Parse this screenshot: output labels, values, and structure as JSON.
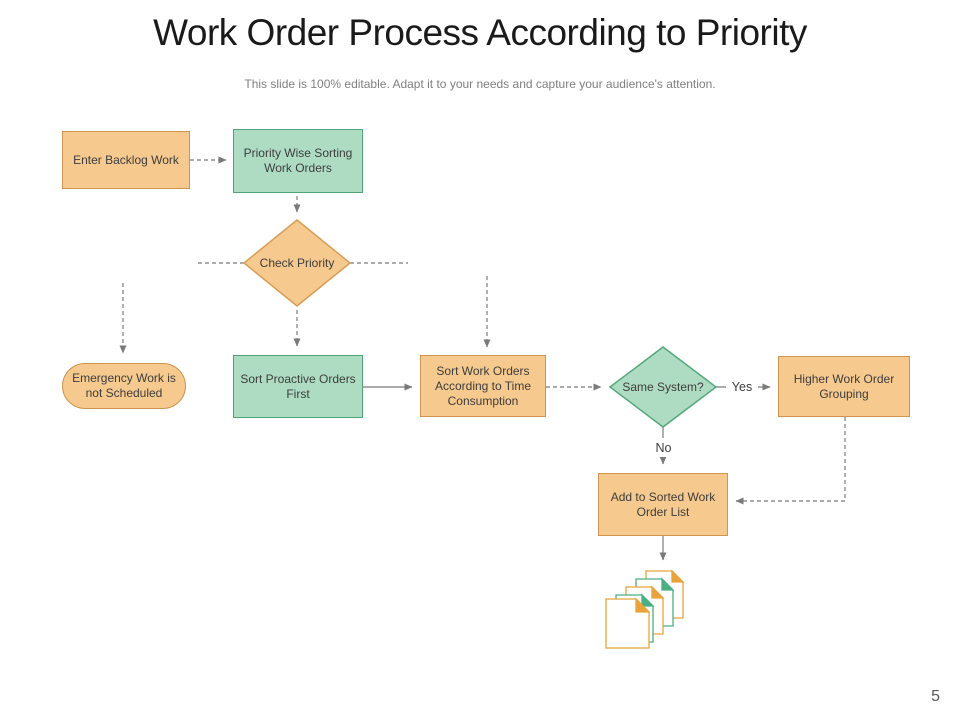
{
  "header": {
    "title": "Work Order Process According to Priority",
    "subtitle": "This slide is 100% editable. Adapt it to your needs and capture your audience's attention."
  },
  "page_number": "5",
  "colors": {
    "orange_fill": "#f6c98e",
    "orange_border": "#cd9550",
    "green_fill": "#aedcc2",
    "green_border": "#4fa478",
    "connector_gray": "#8a8a8a",
    "doc_orange": "#e8a33b",
    "doc_green": "#4caf82",
    "shape_text": "#3d3d3d"
  },
  "flowchart": {
    "nodes": [
      {
        "id": "enter-backlog",
        "shape": "rect",
        "color": "orange",
        "label": "Enter Backlog Work"
      },
      {
        "id": "priority-sorting",
        "shape": "rect",
        "color": "green",
        "label": "Priority Wise Sorting Work Orders"
      },
      {
        "id": "check-priority",
        "shape": "diamond",
        "color": "orange",
        "label": "Check Priority"
      },
      {
        "id": "emergency",
        "shape": "stadium",
        "color": "orange",
        "label": "Emergency Work is not Scheduled"
      },
      {
        "id": "sort-proactive",
        "shape": "rect",
        "color": "green",
        "label": "Sort Proactive Orders First"
      },
      {
        "id": "sort-workorders",
        "shape": "rect",
        "color": "orange",
        "label": "Sort Work Orders According to Time Consumption"
      },
      {
        "id": "same-system",
        "shape": "diamond",
        "color": "green",
        "label": "Same System?"
      },
      {
        "id": "higher-grouping",
        "shape": "rect",
        "color": "orange",
        "label": "Higher Work Order Grouping"
      },
      {
        "id": "add-sorted",
        "shape": "rect",
        "color": "orange",
        "label": "Add to Sorted Work Order List"
      }
    ],
    "edge_labels": {
      "yes": "Yes",
      "no": "No"
    },
    "icons": [
      {
        "name": "documents-icon",
        "meaning": "sorted work order documents"
      }
    ]
  }
}
